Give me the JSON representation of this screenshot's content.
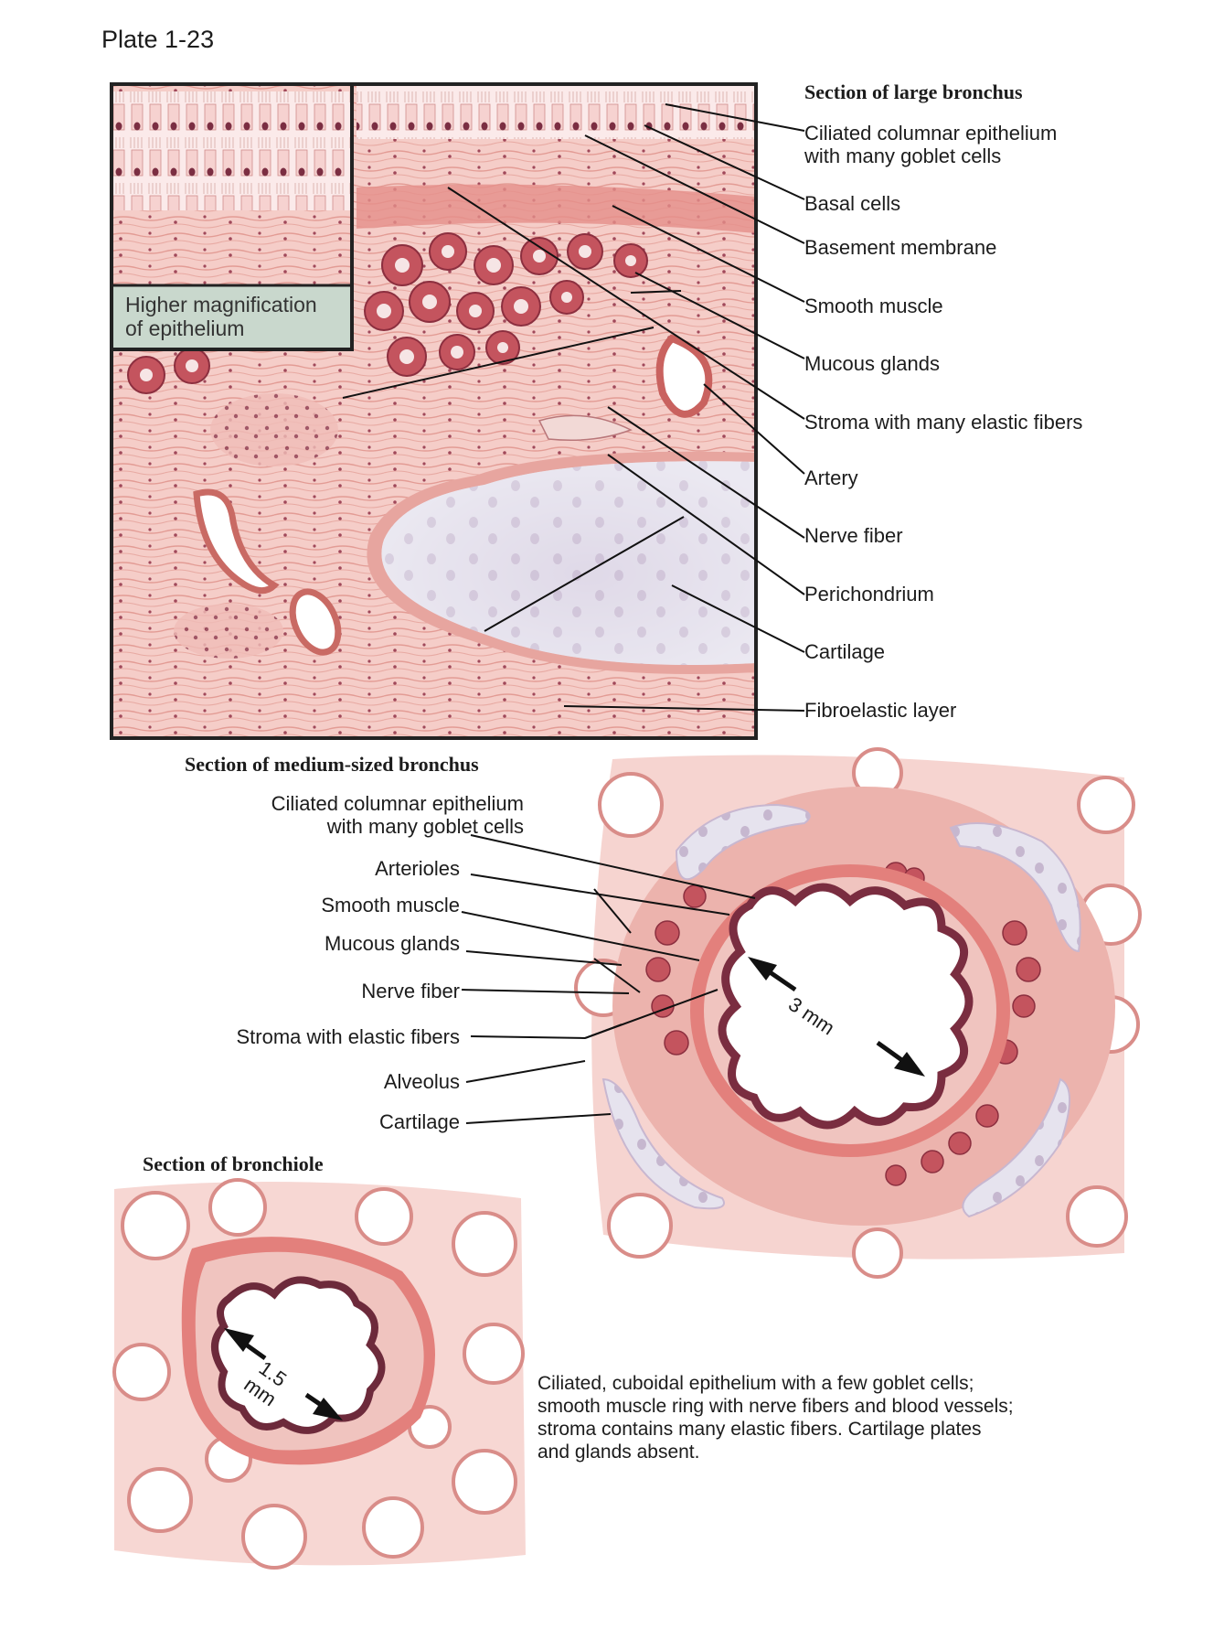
{
  "plate": "Plate 1-23",
  "large": {
    "title": "Section of large bronchus",
    "inset": [
      "Higher magnification",
      "of epithelium"
    ],
    "labels": [
      [
        "Ciliated columnar epithelium",
        "with many goblet cells"
      ],
      [
        "Basal cells"
      ],
      [
        "Basement membrane"
      ],
      [
        "Smooth muscle"
      ],
      [
        "Mucous glands"
      ],
      [
        "Stroma with many elastic fibers"
      ],
      [
        "Artery"
      ],
      [
        "Nerve fiber"
      ],
      [
        "Perichondrium"
      ],
      [
        "Cartilage"
      ],
      [
        "Fibroelastic layer"
      ]
    ]
  },
  "medium": {
    "title": "Section of medium-sized bronchus",
    "labels": [
      [
        "Ciliated columnar epithelium",
        "with many goblet cells"
      ],
      [
        "Arterioles"
      ],
      [
        "Smooth muscle"
      ],
      [
        "Mucous glands"
      ],
      [
        "Nerve fiber"
      ],
      [
        "Stroma with elastic fibers"
      ],
      [
        "Alveolus"
      ],
      [
        "Cartilage"
      ]
    ],
    "measure": "3 mm"
  },
  "bronchiole": {
    "title": "Section of bronchiole",
    "measure": [
      "1.5",
      "mm"
    ],
    "caption": [
      "Ciliated, cuboidal epithelium with a few goblet cells;",
      "smooth muscle ring with nerve fibers and blood vessels;",
      "stroma contains many elastic fibers. Cartilage plates",
      "and glands absent."
    ]
  },
  "colors": {
    "tissue": "#f2c2bd",
    "stroma": "#ecb1ab",
    "gland": "#c4545e",
    "nucleus": "#7a2d40",
    "cartilage": "#e4e2ee",
    "inset_bg": "#c9d8cd"
  }
}
